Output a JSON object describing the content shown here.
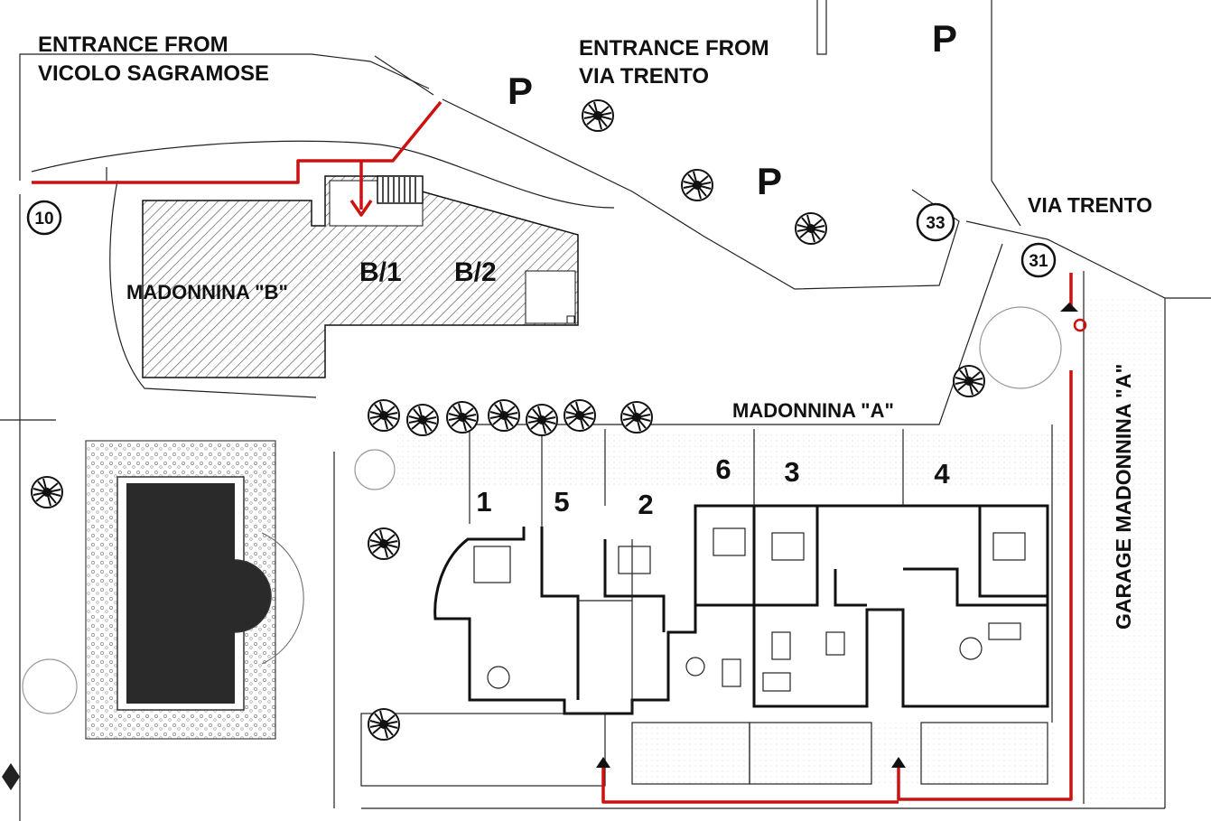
{
  "labels": {
    "entrance_vicolo_line1": "ENTRANCE FROM",
    "entrance_vicolo_line2": "VICOLO SAGRAMOSE",
    "entrance_trento_line1": "ENTRANCE FROM",
    "entrance_trento_line2": "VIA TRENTO",
    "street_via_trento": "VIA TRENTO",
    "building_b": "MADONNINA \"B\"",
    "building_a": "MADONNINA \"A\"",
    "garage": "GARAGE MADONNINA \"A\"",
    "unit_b1": "B/1",
    "unit_b2": "B/2"
  },
  "parking": {
    "p1": "P",
    "p2": "P",
    "p3": "P"
  },
  "street_numbers": {
    "n10": "10",
    "n33": "33",
    "n31": "31"
  },
  "units": {
    "u1": "1",
    "u5": "5",
    "u2": "2",
    "u6": "6",
    "u3": "3",
    "u4": "4"
  },
  "colors": {
    "route": "#cc1111",
    "ink": "#111111",
    "hatch": "#555555",
    "paper": "#ffffff"
  },
  "icons": {
    "tree": "tree-icon",
    "stairs": "stairs-icon",
    "pool": "swimming-pool-icon",
    "route_arrow": "arrow-down-icon"
  }
}
